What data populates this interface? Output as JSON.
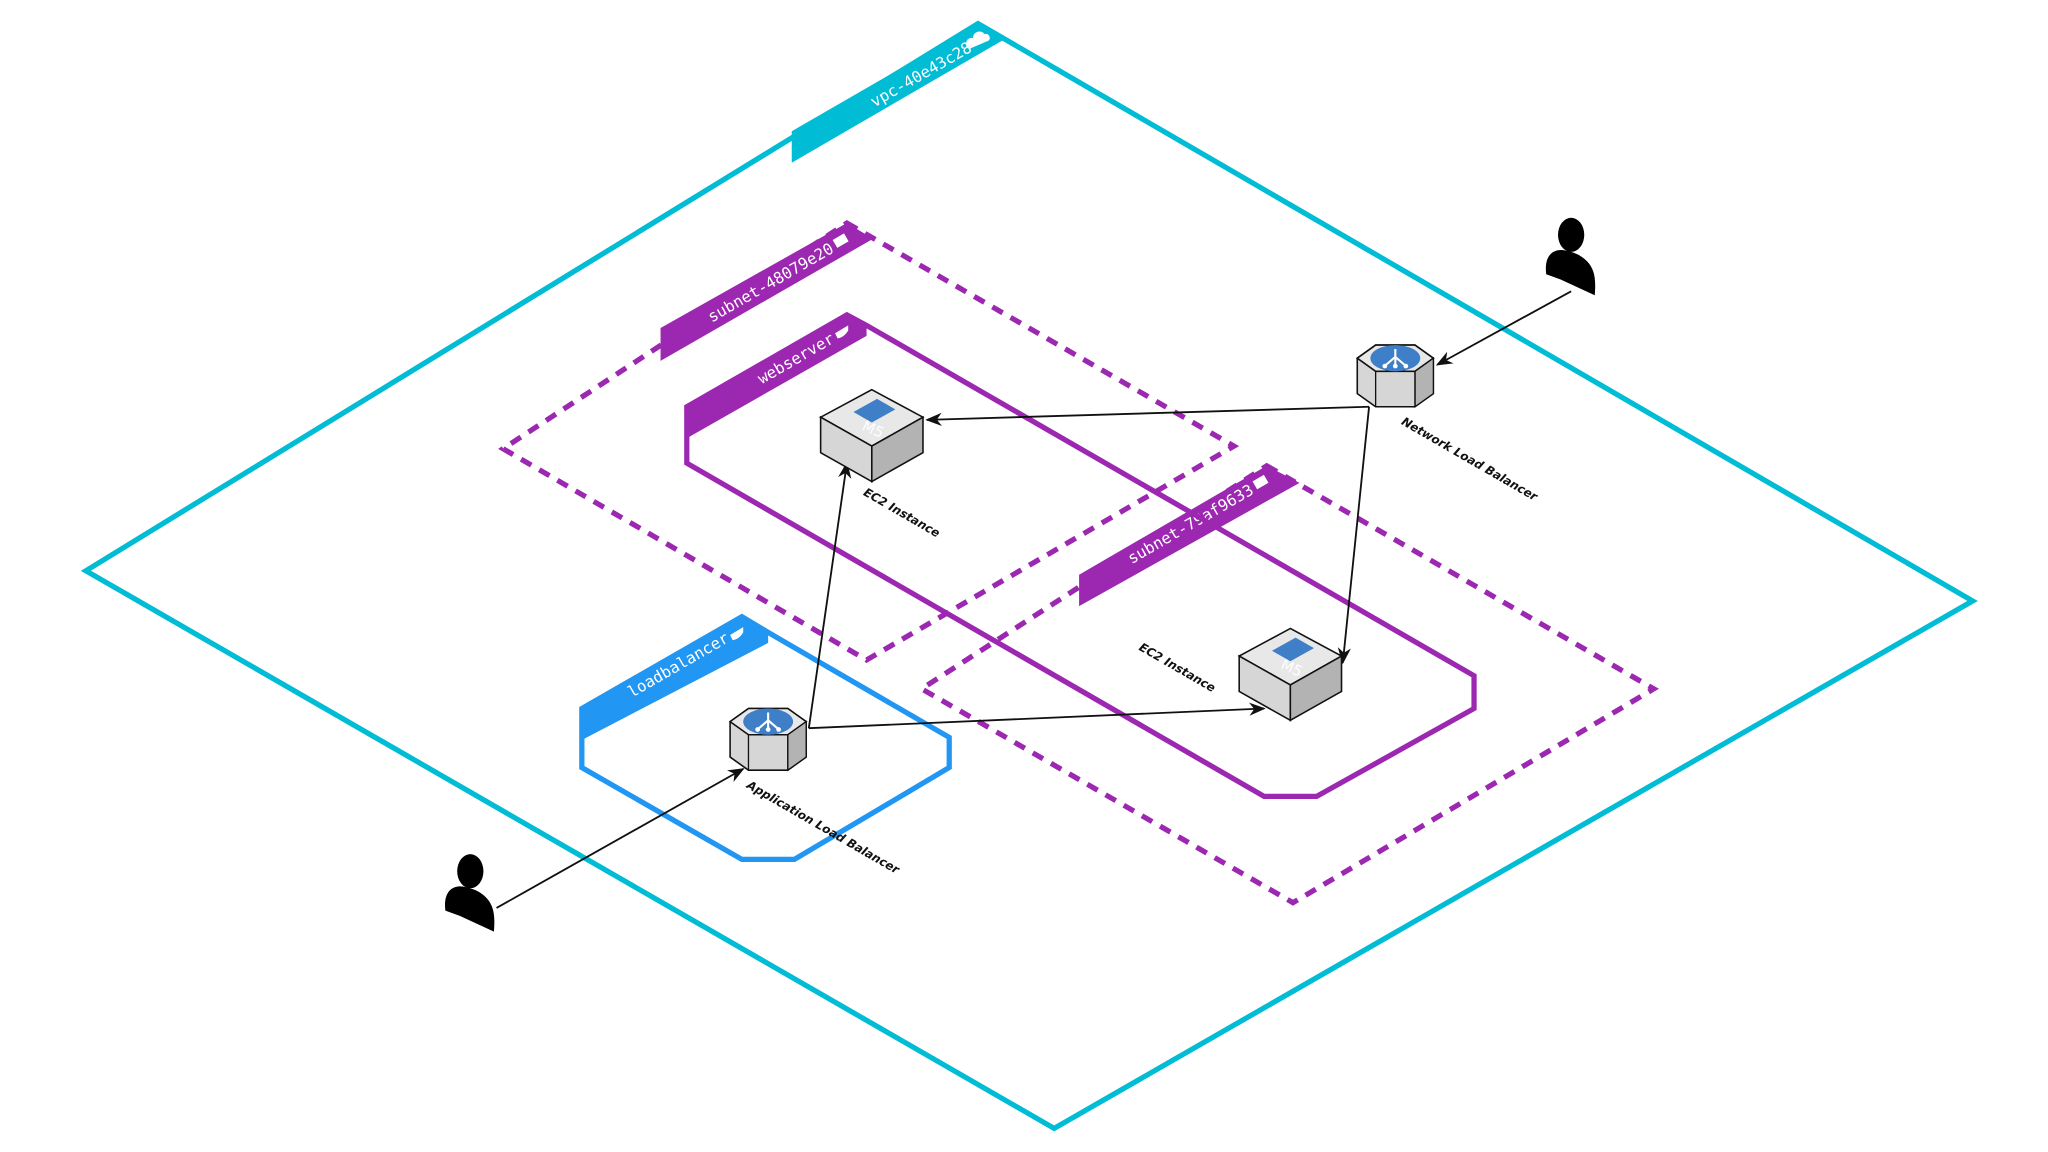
{
  "colors": {
    "vpc": "#00bcd4",
    "subnet": "#9c27b0",
    "security_group_webserver": "#9c27b0",
    "security_group_loadbalancer": "#2196f3",
    "arrow": "#111111"
  },
  "vpc": {
    "label": "vpc-40e43c28",
    "icon": "cloud-icon"
  },
  "subnets": [
    {
      "label": "subnet-48079e20",
      "icon": "lock-icon"
    },
    {
      "label": "subnet-79af9633",
      "icon": "lock-icon"
    }
  ],
  "security_groups": [
    {
      "label": "webserver",
      "icon": "shield-icon"
    },
    {
      "label": "loadbalancer",
      "icon": "shield-icon"
    }
  ],
  "nodes": {
    "ec2_1": {
      "label": "EC2 Instance",
      "badge": "M5"
    },
    "ec2_2": {
      "label": "EC2 Instance",
      "badge": "M5"
    },
    "nlb": {
      "label": "Network Load Balancer"
    },
    "alb": {
      "label": "Application Load Balancer"
    }
  },
  "users": [
    {
      "icon": "user-icon"
    },
    {
      "icon": "user-icon"
    }
  ]
}
